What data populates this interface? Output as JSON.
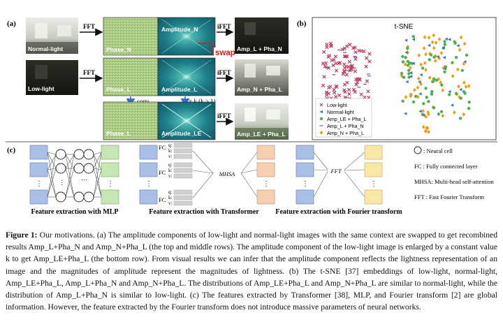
{
  "figure": {
    "panel_a": {
      "label": "(a)",
      "fft": "FFT",
      "ifft": "iFFT",
      "swap": "swap",
      "copy": "copy",
      "scale": "× k (k > 1)",
      "rows": [
        {
          "input_label": "Normal-light",
          "phase": "Phase_N",
          "amplitude": "Amplitude_N",
          "output": "Amp_L + Pha_N"
        },
        {
          "input_label": "Low-light",
          "phase": "Phase_L",
          "amplitude": "Amplitude_L",
          "output": "Amp_N + Pha_L"
        },
        {
          "input_label": "",
          "phase": "Phase_L",
          "amplitude": "Amplitude_LE",
          "output": "Amp_LE + Pha_L"
        }
      ]
    },
    "panel_b": {
      "label": "(b)",
      "title": "t-SNE",
      "legend": [
        {
          "name": "Low-light",
          "color": "#c0395b",
          "marker": "x"
        },
        {
          "name": "Normal-light",
          "color": "#3e74c4",
          "marker": "triangle"
        },
        {
          "name": "Amp_LE + Pha_L",
          "color": "#4caf50",
          "marker": "circle"
        },
        {
          "name": "Amp_L + Pha_N",
          "color": "#7b4fa0",
          "marker": "dash"
        },
        {
          "name": "Amp_N + Pha_L",
          "color": "#f39c12",
          "marker": "diamond"
        }
      ]
    },
    "panel_c": {
      "label": "(c)",
      "mlp_caption": "Feature extraction with MLP",
      "transformer_caption": "Feature extraction with Transformer",
      "fourier_caption": "Feature extraction with Fourier transform",
      "fc": "FC",
      "q": "q:",
      "k": "k:",
      "v": "v:",
      "mhsa": "MHSA",
      "fft": "FFT",
      "dots": "⋮",
      "hdots": "⋯",
      "legend": {
        "neural_cell": ": Neural cell",
        "fc": "FC   : Fully connected layer",
        "mhsa": "MHSA: Multi-head self-attention",
        "fft": "FFT  : Fast Fourier Transform"
      }
    },
    "colors": {
      "blue_box": "#a9bfe6",
      "green_box": "#c8e6b4",
      "orange_box": "#f6cfb3",
      "yellow_box": "#f9e7a6",
      "swap_red": "#e0191b",
      "arrow_blue": "#3a6fc4"
    }
  },
  "caption": {
    "label": "Figure 1:",
    "text": "Our motivations. (a) The amplitude components of low-light and normal-light images with the same context are swapped to get recombined results Amp_L+Pha_N and Amp_N+Pha_L (the top and middle rows). The amplitude component of the low-light image is enlarged by a constant value k to get Amp_LE+Pha_L (the bottom row). From visual results we can infer that the amplitude component reflects the lightness representation of an image and the magnitudes of amplitude represent the magnitudes of lightness. (b) The t-SNE [37] embeddings of low-light, normal-light, Amp_LE+Pha_L, Amp_L+Pha_N and Amp_N+Pha_L. The distributions of Amp_LE+Pha_L and Amp_N+Pha_L are similar to normal-light, while the distribution of Amp_L+Pha_N is similar to low-light. (c) The features extracted by Transformer [38], MLP, and Fourier transform [2] are global information. However, the feature extracted by the Fourier transform does not introduce massive parameters of neural networks."
  }
}
